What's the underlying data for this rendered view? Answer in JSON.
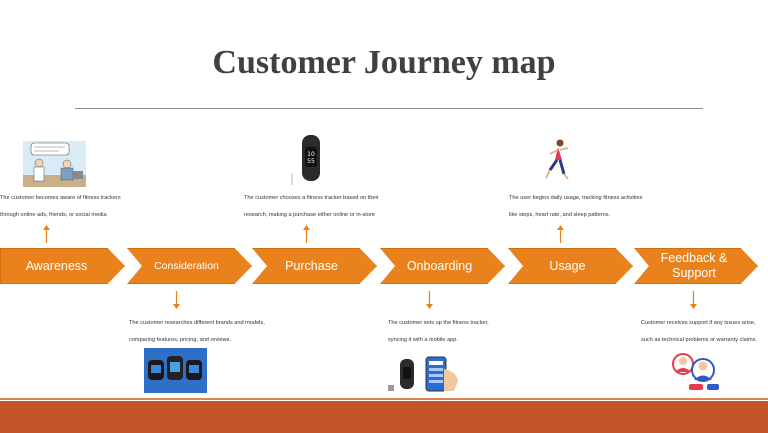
{
  "title": "Customer Journey map",
  "stages": [
    {
      "label": "Awareness"
    },
    {
      "label": "Consideration"
    },
    {
      "label": "Purchase"
    },
    {
      "label": "Onboarding"
    },
    {
      "label": "Usage"
    },
    {
      "label": "Feedback & Support"
    }
  ],
  "descriptions": {
    "awareness": [
      "The customer becomes aware of fitness trackers",
      "through online ads, friends, or social media"
    ],
    "purchase": [
      "The customer chooses a fitness tracker based on their",
      "research, making a purchase either online or in-store"
    ],
    "usage": [
      "The user begins daily usage, tracking fitness activities",
      "like steps, heart rate, and sleep patterns."
    ],
    "consideration": [
      "The customer researches different brands and models,",
      "comparing features, pricing, and reviews."
    ],
    "onboarding": [
      "The customer sets up the fitness tracker,",
      "syncing it with a mobile app."
    ],
    "feedback": [
      "Customer receives support if any issues arise,",
      "such as technical problems or warranty claims."
    ]
  },
  "colors": {
    "stage": "#e9821c",
    "footer": "#c4542a",
    "title": "#404040"
  }
}
